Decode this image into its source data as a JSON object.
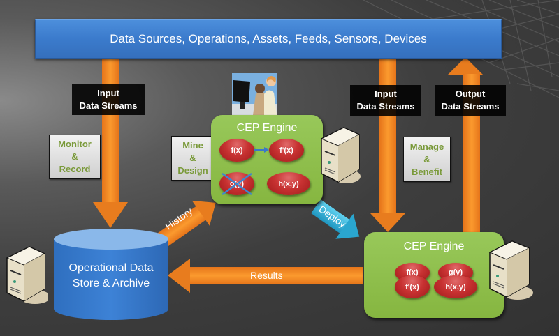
{
  "top_bar": {
    "label": "Data Sources, Operations, Assets, Feeds, Sensors, Devices"
  },
  "stream_labels": {
    "left_input": {
      "line1": "Input",
      "line2": "Data Streams"
    },
    "right_input": {
      "line1": "Input",
      "line2": "Data Streams"
    },
    "output": {
      "line1": "Output",
      "line2": "Data Streams"
    }
  },
  "activity_boxes": {
    "monitor": {
      "line1": "Monitor",
      "line2": "&",
      "line3": "Record"
    },
    "mine": {
      "line1": "Mine",
      "line2": "&",
      "line3": "Design"
    },
    "manage": {
      "line1": "Manage",
      "line2": "&",
      "line3": "Benefit"
    }
  },
  "design_engine": {
    "title": "CEP Engine",
    "functions": [
      "f(x)",
      "f'(x)",
      "g(y)",
      "h(x,y)"
    ],
    "struck_function": "g(y)"
  },
  "deployed_engine": {
    "title": "CEP Engine",
    "back_functions": [
      "f(x)",
      "g(y)"
    ],
    "front_functions": [
      "f'(x)",
      "h(x,y)"
    ]
  },
  "data_store": {
    "line1": "Operational Data",
    "line2": "Store & Archive"
  },
  "flow_arrows": {
    "history": "History",
    "deploy": "Deploy",
    "results": "Results"
  },
  "colors": {
    "orange_arrow": "#f28a1e",
    "blue_bar": "#3b7bcc",
    "engine_green": "#8fbf4d",
    "function_red": "#c83232",
    "deploy_cyan": "#2fb0d6",
    "activity_text_green": "#7a9a3a"
  }
}
